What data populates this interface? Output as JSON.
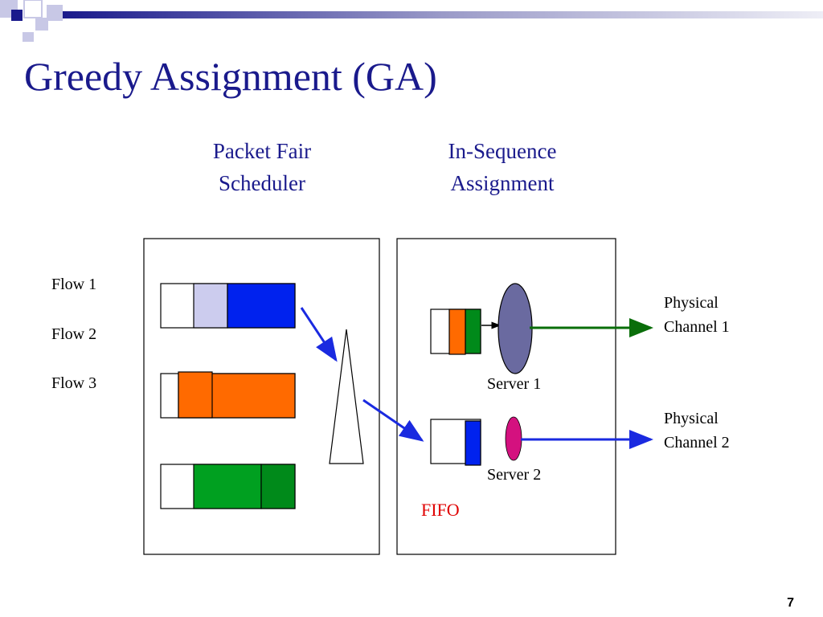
{
  "slide": {
    "title": "Greedy Assignment (GA)",
    "page_number": "7"
  },
  "headers": {
    "scheduler": {
      "line1": "Packet Fair",
      "line2": "Scheduler"
    },
    "assignment": {
      "line1": "In-Sequence",
      "line2": "Assignment"
    }
  },
  "flows": [
    "Flow 1",
    "Flow 2",
    "Flow 3"
  ],
  "servers": [
    "Server 1",
    "Server 2"
  ],
  "channels": [
    {
      "line1": "Physical",
      "line2": "Channel 1"
    },
    {
      "line1": "Physical",
      "line2": "Channel 2"
    }
  ],
  "fifo_label": "FIFO",
  "colors": {
    "title": "#1a1a8c",
    "flow1_light": "#ccccee",
    "flow1_dark": "#0022ee",
    "flow2": "#ff6a00",
    "flow3_light": "#00a020",
    "flow3_dark": "#008a1a",
    "server1": "#6a6aa0",
    "server2": "#d4117f",
    "channel1_arrow": "#0a6e0a",
    "channel2_arrow": "#1a2ae0",
    "fifo": "#e00000"
  }
}
